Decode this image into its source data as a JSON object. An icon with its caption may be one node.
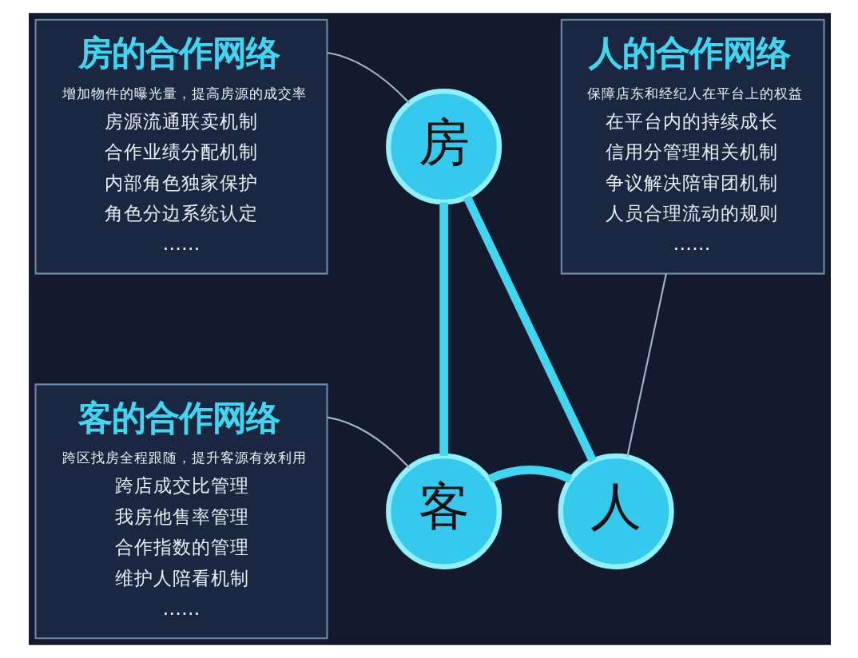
{
  "diagram": {
    "nodes": [
      {
        "text": [
          "房的合作网络",
          "增加物件的曝光量，提高房源的成交率",
          "房源流通联卖机制",
          "合作业绩分配机制",
          "内部角色独家保护",
          "角色分边系统认定",
          "……"
        ]
      },
      {
        "text": [
          "人的合作网络",
          "保障店东和经纪人在平台上的权益",
          "在平台内的持续成长",
          "信用分管理相关机制",
          "争议解决陪审团机制",
          "人员合理流动的规则",
          "……"
        ]
      },
      {
        "text": [
          "房"
        ]
      },
      {
        "text": [
          "客的合作网络",
          "跨区找房全程跟随，提升客源有效利用",
          "跨店成交比管理",
          "我房他售率管理",
          "合作指数的管理",
          "维护人陪看机制",
          "……"
        ]
      },
      {
        "text": [
          "客"
        ]
      },
      {
        "text": [
          "人"
        ]
      }
    ],
    "edges": [
      {
        "from": 2,
        "to": 4,
        "arrow": "none",
        "style": "thick"
      },
      {
        "from": 2,
        "to": 5,
        "arrow": "none",
        "style": "thick"
      },
      {
        "from": 4,
        "to": 5,
        "arrow": "none",
        "style": "thick"
      },
      {
        "from": 0,
        "to": 2,
        "arrow": "none",
        "color": "#9fb4c8"
      },
      {
        "from": 1,
        "to": 5,
        "arrow": "none",
        "color": "#9fb4c8"
      },
      {
        "from": 3,
        "to": 4,
        "arrow": "none",
        "color": "#9fb4c8"
      }
    ]
  }
}
